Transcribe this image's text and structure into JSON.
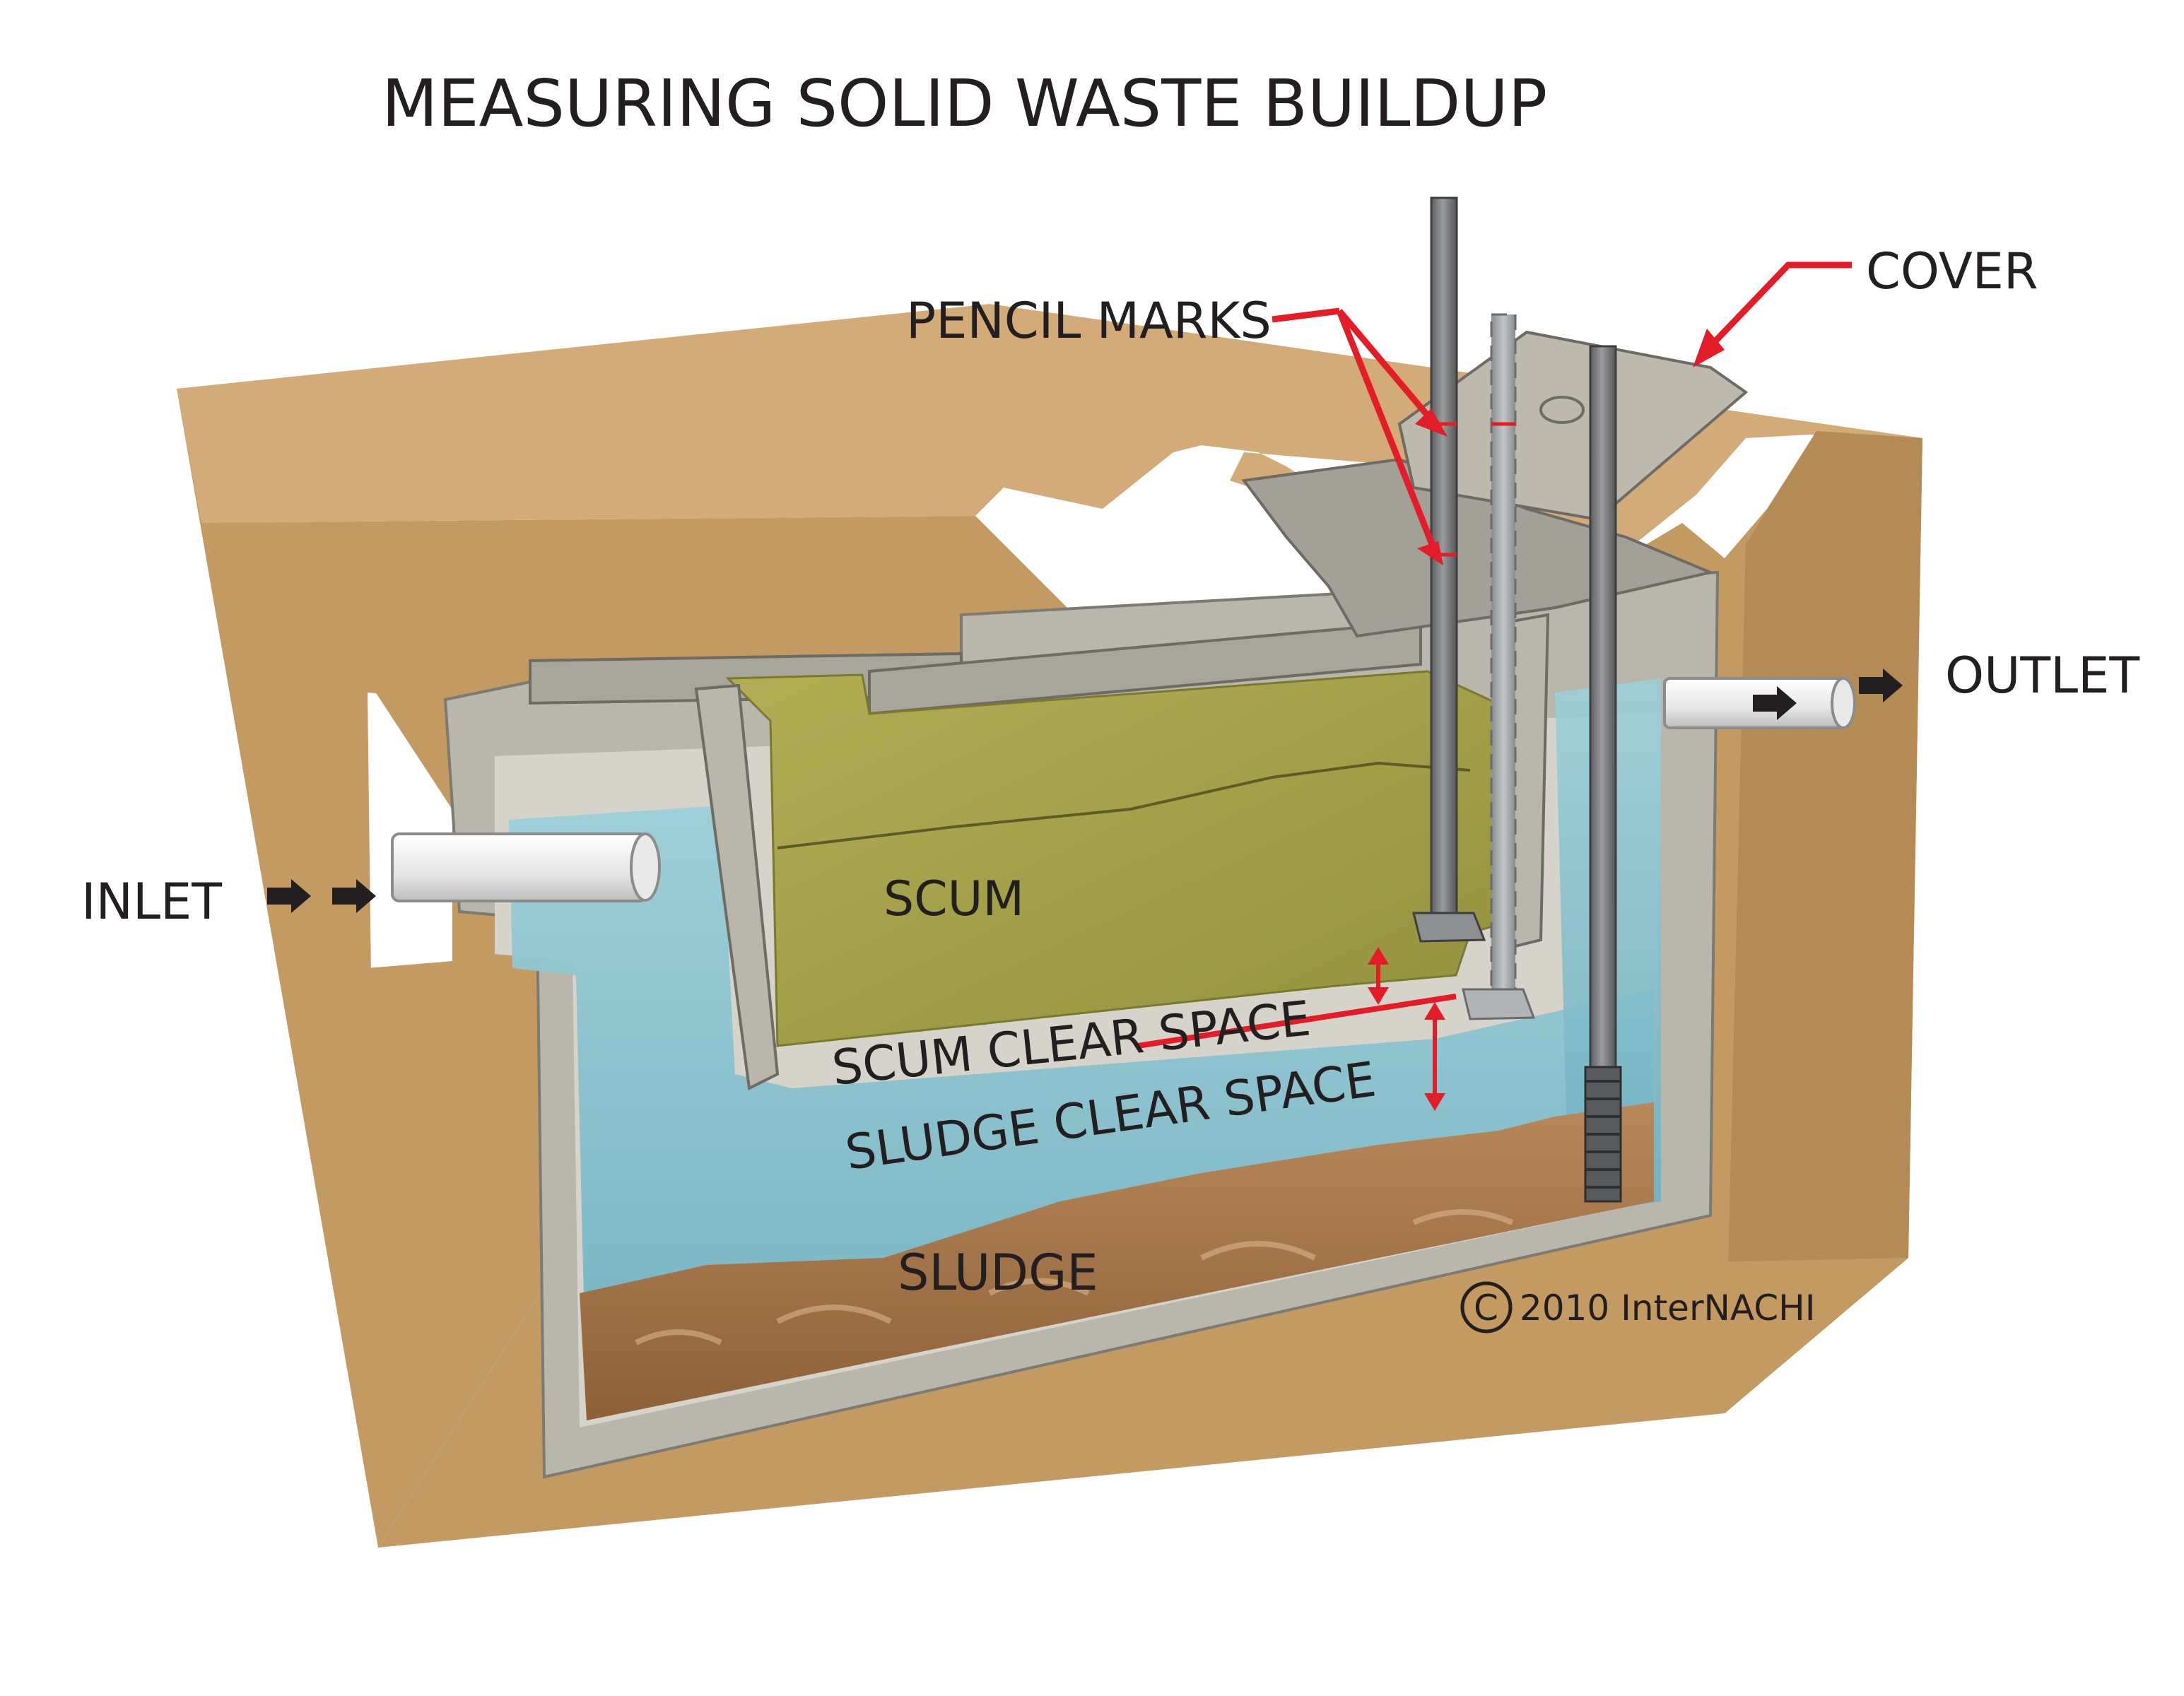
{
  "title": "MEASURING SOLID WASTE BUILDUP",
  "labels": {
    "pencil_marks": "PENCIL MARKS",
    "cover": "COVER",
    "outlet": "OUTLET",
    "inlet": "INLET",
    "scum": "SCUM",
    "scum_clear_space": "SCUM CLEAR SPACE",
    "sludge_clear_space": "SLUDGE CLEAR SPACE",
    "sludge": "SLUDGE"
  },
  "copyright": {
    "symbol": "C",
    "text": "2010  InterNACHI"
  },
  "colors": {
    "soil": "#c49a63",
    "soil_top": "#d2ab79",
    "concrete": "#b9b6ac",
    "water": "#8fc7d3",
    "scum": "#a9a54a",
    "sludge": "#a87848",
    "pipe_white": "#f2f2f2",
    "rod": "#7a7b7d",
    "pointer_red": "#e21d27",
    "arrow_dark": "#231f20"
  }
}
